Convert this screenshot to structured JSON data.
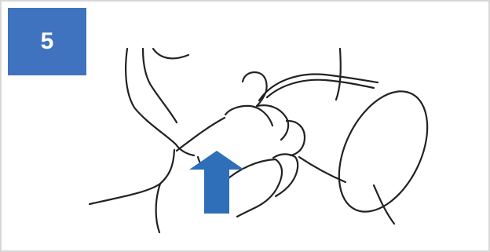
{
  "step": {
    "number": "5",
    "badge_color": "#3f73bf"
  },
  "illustration": {
    "subject": "person-raising-cup-to-mouth",
    "arrow_direction": "up",
    "arrow_color": "#2f6fb9",
    "line_color": "#222222"
  }
}
